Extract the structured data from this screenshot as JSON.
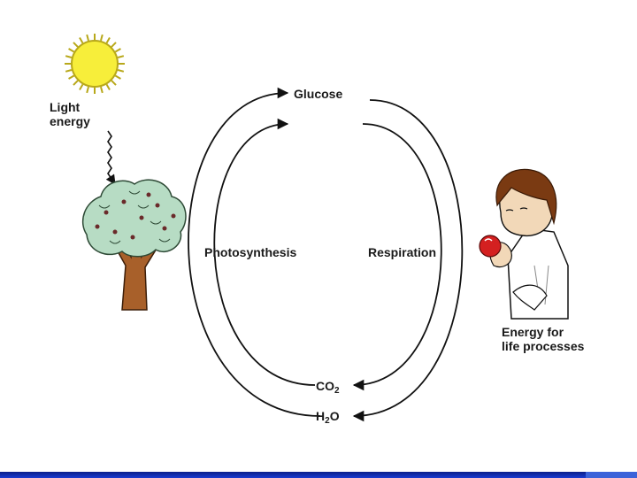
{
  "diagram": {
    "light_energy": "Light\nenergy",
    "glucose": "Glucose",
    "photosynthesis": "Photosynthesis",
    "respiration": "Respiration",
    "energy_for_life": "Energy for\nlife processes",
    "co2": {
      "base": "CO",
      "sub": "2"
    },
    "h2o": {
      "base": "H",
      "sub": "2",
      "tail": "O"
    }
  },
  "icons": {
    "sun": "sun-icon",
    "tree": "tree-icon",
    "child": "child-eating-apple-icon"
  },
  "colors": {
    "sun_fill": "#f7ee3a",
    "sun_stroke": "#b8a81a",
    "foliage": "#b7dcc4",
    "trunk": "#a8602a",
    "apple": "#d42020",
    "hair": "#7a3a12",
    "skin": "#f2d8b8",
    "line": "#111111",
    "bar": "#1a3bd1"
  }
}
